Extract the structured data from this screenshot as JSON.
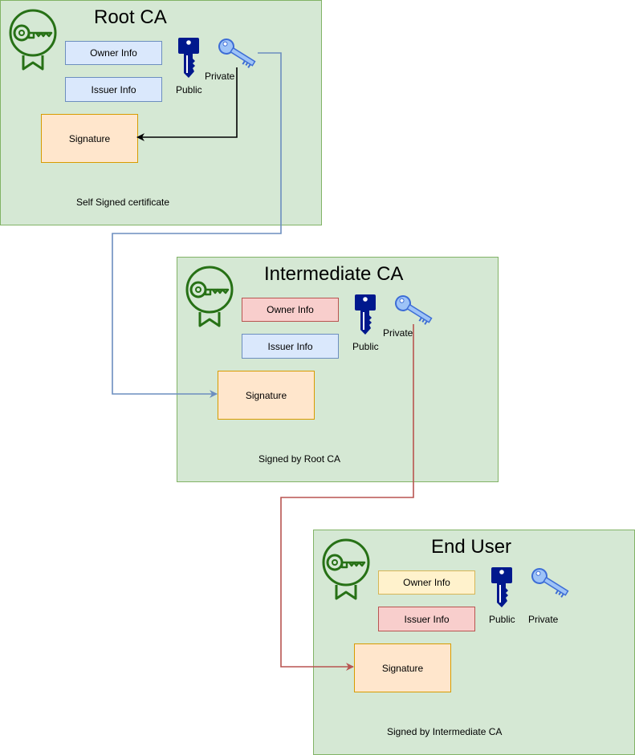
{
  "root": {
    "title": "Root CA",
    "owner_info": "Owner Info",
    "issuer_info": "Issuer Info",
    "public_label": "Public",
    "private_label": "Private",
    "signature": "Signature",
    "caption": "Self Signed certificate"
  },
  "intermediate": {
    "title": "Intermediate CA",
    "owner_info": "Owner Info",
    "issuer_info": "Issuer Info",
    "public_label": "Public",
    "private_label": "Private",
    "signature": "Signature",
    "caption": "Signed by Root CA"
  },
  "end_user": {
    "title": "End User",
    "owner_info": "Owner Info",
    "issuer_info": "Issuer Info",
    "public_label": "Public",
    "private_label": "Private",
    "signature": "Signature",
    "caption": "Signed by Intermediate CA"
  },
  "colors": {
    "panel_fill": "#d5e8d4",
    "panel_border": "#82b366",
    "root_to_intermediate_arrow": "#6c8ebf",
    "intermediate_to_end_arrow": "#b85450",
    "self_sign_arrow": "#000000",
    "certificate_icon": "#277116",
    "public_key_icon": "#00188d",
    "private_key_icon": "#4f80e0"
  }
}
